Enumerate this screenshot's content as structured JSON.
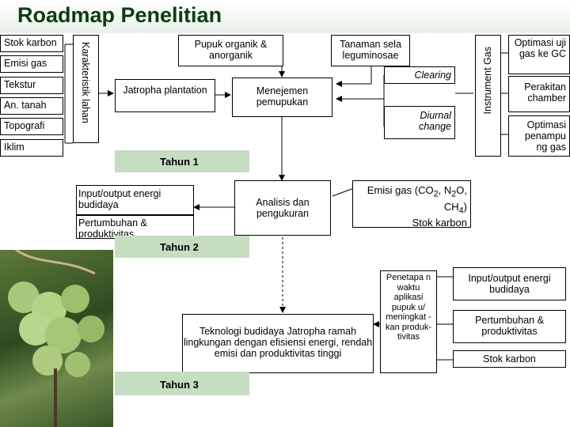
{
  "title": "Roadmap Penelitian",
  "left_items": [
    "Stok karbon",
    "Emisi gas",
    "Tekstur",
    "An. tanah",
    "Topografi",
    "Iklim"
  ],
  "karakteristik_label": "Karakteristik lahan",
  "pupuk_label": "Pupuk organik & anorganik",
  "tanaman_label": "Tanaman sela leguminosae",
  "clearing_label": "Clearing",
  "jatropha_label": "Jatropha plantation",
  "menejemen_label": "Menejemen pemupukan",
  "diurnal_label": "Diurnal change",
  "instrument_label": "Instrument Gas",
  "right_items": [
    "Optimasi uji gas ke GC",
    "Perakitan chamber",
    "Optimasi penampu ng gas"
  ],
  "tahun1": "Tahun 1",
  "tahun2": "Tahun 2",
  "tahun3": "Tahun 3",
  "io_energi": "Input/output energi budidaya",
  "pertumbuhan": "Pertumbuhan & produktivitas",
  "analisis": "Analisis dan pengukuran",
  "emisi_prefix": "Emisi gas (CO",
  "emisi_co_sub": "2",
  "emisi_mid1": ", N",
  "emisi_n_sub": "2",
  "emisi_mid2": "O, CH",
  "emisi_ch_sub": "4",
  "emisi_suffix": ")",
  "stok_karbon": "Stok karbon",
  "penetapan": "Penetapa n waktu aplikasi pupuk u/ meningkat - kan produk-tivitas",
  "teknologi": "Teknologi budidaya Jatropha ramah lingkungan dengan efisiensi energi, rendah emisi dan produktivitas tinggi",
  "right_bottom": [
    "Input/output energi budidaya",
    "Pertumbuhan & produktivitas",
    "Stok karbon"
  ],
  "colors": {
    "title": "#0c3c14",
    "band": "#c6ddc2"
  }
}
